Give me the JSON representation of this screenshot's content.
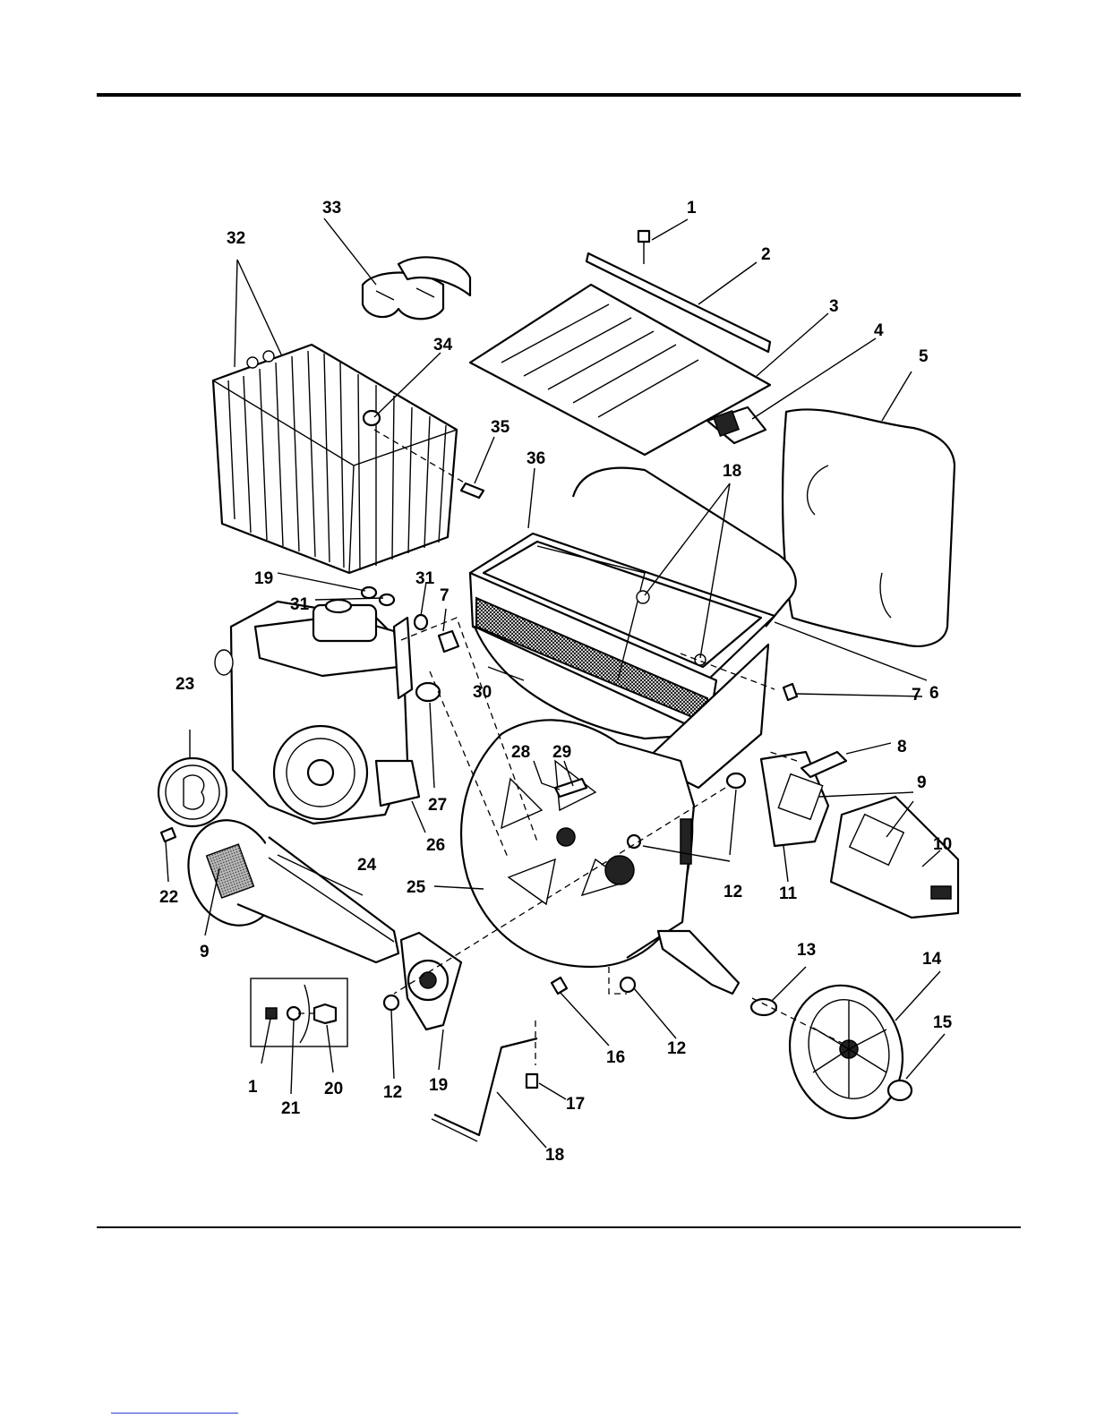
{
  "callouts": [
    {
      "id": "c1",
      "label": "1"
    },
    {
      "id": "c2",
      "label": "2"
    },
    {
      "id": "c3",
      "label": "3"
    },
    {
      "id": "c4",
      "label": "4"
    },
    {
      "id": "c5",
      "label": "5"
    },
    {
      "id": "c6",
      "label": "6"
    },
    {
      "id": "c7a",
      "label": "7"
    },
    {
      "id": "c7b",
      "label": "7"
    },
    {
      "id": "c8",
      "label": "8"
    },
    {
      "id": "c9a",
      "label": "9"
    },
    {
      "id": "c9b",
      "label": "9"
    },
    {
      "id": "c10",
      "label": "10"
    },
    {
      "id": "c11",
      "label": "11"
    },
    {
      "id": "c12a",
      "label": "12"
    },
    {
      "id": "c12b",
      "label": "12"
    },
    {
      "id": "c12c",
      "label": "12"
    },
    {
      "id": "c13",
      "label": "13"
    },
    {
      "id": "c14",
      "label": "14"
    },
    {
      "id": "c15",
      "label": "15"
    },
    {
      "id": "c16",
      "label": "16"
    },
    {
      "id": "c17",
      "label": "17"
    },
    {
      "id": "c18a",
      "label": "18"
    },
    {
      "id": "c18b",
      "label": "18"
    },
    {
      "id": "c19a",
      "label": "19"
    },
    {
      "id": "c19b",
      "label": "19"
    },
    {
      "id": "c20",
      "label": "20"
    },
    {
      "id": "c21",
      "label": "21"
    },
    {
      "id": "c22",
      "label": "22"
    },
    {
      "id": "c23",
      "label": "23"
    },
    {
      "id": "c24",
      "label": "24"
    },
    {
      "id": "c25",
      "label": "25"
    },
    {
      "id": "c26",
      "label": "26"
    },
    {
      "id": "c27",
      "label": "27"
    },
    {
      "id": "c28",
      "label": "28"
    },
    {
      "id": "c29",
      "label": "29"
    },
    {
      "id": "c30",
      "label": "30"
    },
    {
      "id": "c31a",
      "label": "31"
    },
    {
      "id": "c31b",
      "label": "31"
    },
    {
      "id": "c32",
      "label": "32"
    },
    {
      "id": "c33",
      "label": "33"
    },
    {
      "id": "c34",
      "label": "34"
    },
    {
      "id": "c35",
      "label": "35"
    },
    {
      "id": "c36",
      "label": "36"
    },
    {
      "id": "c1b",
      "label": "1"
    }
  ],
  "colors": {
    "ink": "#000000",
    "paper": "#ffffff",
    "link": "#2a3fd6"
  }
}
